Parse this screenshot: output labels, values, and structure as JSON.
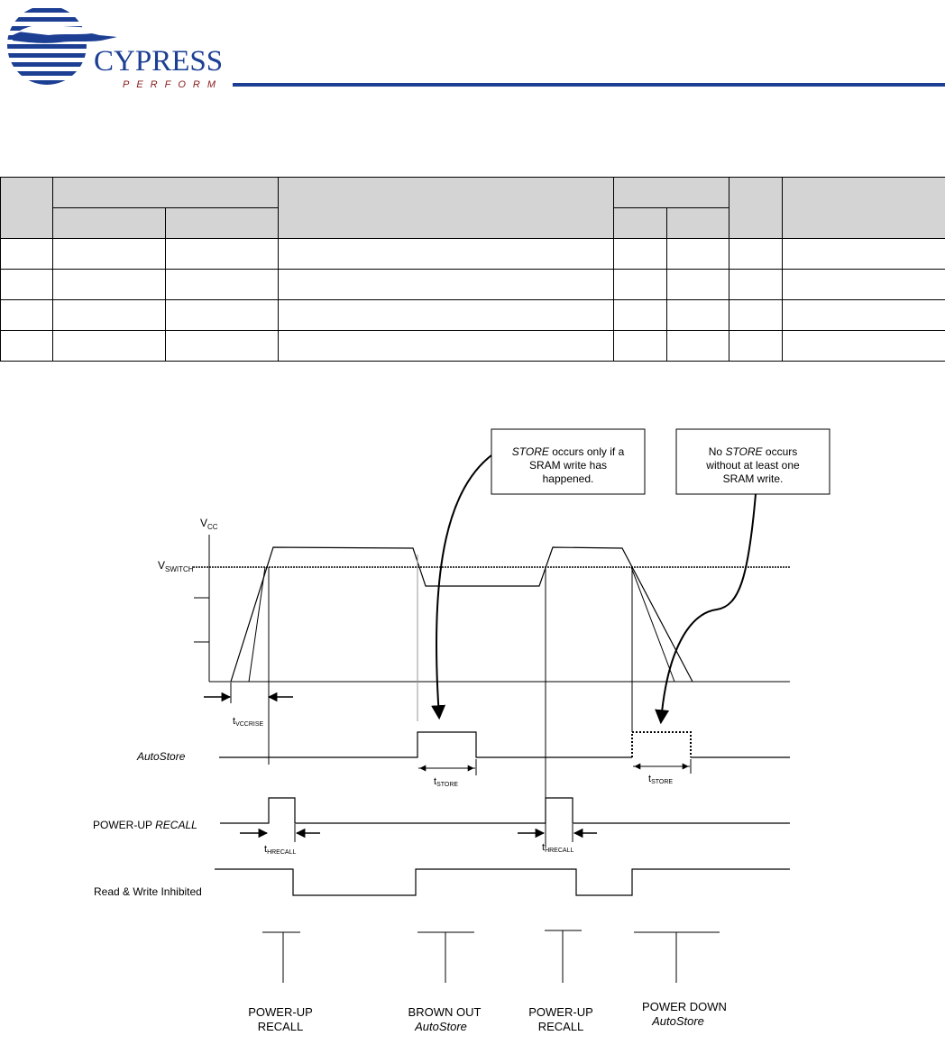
{
  "header": {
    "logo_word": "CYPRESS",
    "logo_tagline": "PERFORM",
    "brand_color": "#1c3f94",
    "tagline_color": "#8a1a1a"
  },
  "table": {
    "header_fill": "#d4d4d4",
    "body_rows": 4
  },
  "diagram": {
    "vcc_label": "V",
    "vcc_sub": "CC",
    "vswitch_label": "V",
    "vswitch_sub": "SWITCH",
    "callout_1": {
      "parts": [
        {
          "text": "STORE",
          "italic": true
        },
        {
          "text": " occurs only if a",
          "italic": false
        }
      ],
      "line2": "SRAM write has",
      "line3": "happened."
    },
    "callout_2": {
      "line1_a": "No ",
      "line1_b": "STORE",
      "line1_c": " occurs",
      "line2": "without at least one",
      "line3": "SRAM write."
    },
    "t_vccrise": "t",
    "t_vccrise_sub": "VCCRISE",
    "t_store": "t",
    "t_store_sub": "STORE",
    "t_hrecall": "t",
    "t_hrecall_sub": "HRECALL",
    "sig_autostore": "AutoStore",
    "sig_recall_a": "POWER-UP ",
    "sig_recall_b": "RECALL",
    "sig_inhibit": "Read & Write Inhibited",
    "events": [
      {
        "line1": "POWER-UP",
        "line2": "RECALL",
        "italic2": false
      },
      {
        "line1": "BROWN OUT",
        "line2": "AutoStore",
        "italic2": true
      },
      {
        "line1": "POWER-UP",
        "line2": "RECALL",
        "italic2": false
      },
      {
        "line1": "POWER DOWN",
        "line2": "AutoStore",
        "italic2": true
      }
    ]
  }
}
